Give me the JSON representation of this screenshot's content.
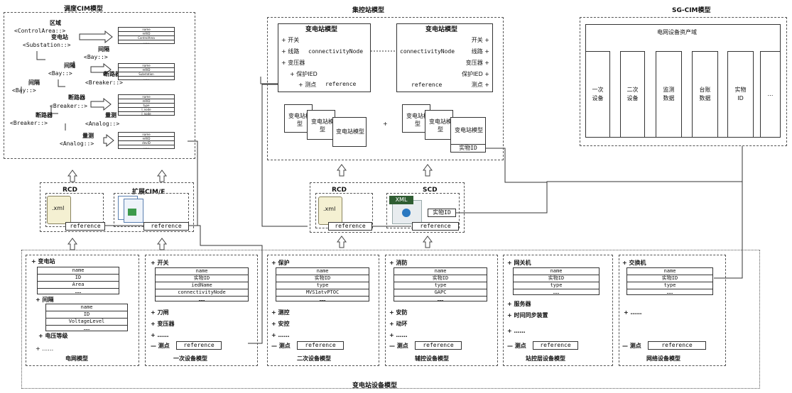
{
  "dispatch": {
    "title": "调度CIM模型",
    "tree": [
      {
        "label": "区域",
        "tag": "<ControlArea::>"
      },
      {
        "label": "变电站",
        "tag": "<Substation::>"
      },
      {
        "label": "间隔",
        "tag": "<Bay::>"
      },
      {
        "label": "间隔",
        "tag": "<Bay::>"
      },
      {
        "label": "断路器",
        "tag": "<Breaker::>"
      },
      {
        "label": "间隔",
        "tag": "<Bay::>"
      },
      {
        "label": "断路器",
        "tag": "<Breaker::>"
      },
      {
        "label": "量测",
        "tag": "<Analog::>"
      },
      {
        "label": "断路器",
        "tag": "<Breaker::>"
      },
      {
        "label": "量测",
        "tag": "<Analog::>"
      }
    ],
    "mini_tables": [
      [
        "name",
        "mRID",
        "ControlArea",
        "……"
      ],
      [
        "name",
        "mRID",
        "Substation",
        "……"
      ],
      [
        "name",
        "mRID",
        "type",
        "I_node",
        "J_node"
      ],
      [
        "name",
        "mRID",
        "devID",
        "……"
      ]
    ]
  },
  "rcd_left": {
    "title": "RCD",
    "file": ".xml",
    "ref": "reference"
  },
  "ext_cim": {
    "title": "扩展CIM/E",
    "ref": "reference"
  },
  "center": {
    "title": "集控站模型",
    "left_box": {
      "title": "变电站模型",
      "items": [
        "+ 开关",
        "+ 线路",
        "+ 变压器",
        "+ 保护IED",
        "+ 测点"
      ],
      "connectivity": "connectivityNode",
      "ref": "reference"
    },
    "right_box": {
      "title": "变电站模型",
      "items": [
        "开关 +",
        "线路 +",
        "变压器 +",
        "保护IED +",
        "测点 +"
      ],
      "connectivity": "connectivityNode",
      "ref": "reference"
    },
    "page_label_back": "变电站模型",
    "page_label_front": "变电站模型",
    "plus": "+",
    "entity_id": "实物ID"
  },
  "rcd_center": {
    "title": "RCD",
    "file": ".xml",
    "ref": "reference"
  },
  "scd": {
    "title": "SCD",
    "xml": "XML",
    "entity_id": "实物ID",
    "ref": "reference"
  },
  "sgcim": {
    "title": "SG-CIM模型",
    "domain": "电网设备资产域",
    "columns": [
      "一次\n设备",
      "二次\n设备",
      "监测\n数据",
      "台账\n数据",
      "实物\nID",
      "…"
    ]
  },
  "bottom": {
    "title": "变电站设备模型",
    "grid": {
      "caption": "电网模型",
      "substation": "变电站",
      "sub_fields": [
        "name",
        "ID",
        "Area",
        "……"
      ],
      "bay": "间隔",
      "bay_fields": [
        "name",
        "ID",
        "VoltageLevel",
        "……"
      ],
      "voltage": "电压等级",
      "more": "……"
    },
    "primary": {
      "caption": "一次设备模型",
      "switch": "开关",
      "fields": [
        "name",
        "实物ID",
        "iedName",
        "connectivityNode",
        "……"
      ],
      "items": [
        "刀闸",
        "变压器",
        "……"
      ],
      "point": "测点",
      "ref": "reference"
    },
    "secondary": {
      "caption": "二次设备模型",
      "protect": "保护",
      "fields": [
        "name",
        "实物ID",
        "type",
        "MVS1atvPTOC",
        "……"
      ],
      "items": [
        "测控",
        "安控",
        "……"
      ],
      "point": "测点",
      "ref": "reference"
    },
    "aux": {
      "caption": "辅控设备模型",
      "fire": "消防",
      "fields": [
        "name",
        "实物ID",
        "type",
        "GAPC",
        "……"
      ],
      "items": [
        "安防",
        "动环",
        "……"
      ],
      "point": "测点",
      "ref": "reference"
    },
    "station": {
      "caption": "站控层设备模型",
      "gateway": "网关机",
      "fields": [
        "name",
        "实物ID",
        "type",
        "……"
      ],
      "items": [
        "服务器",
        "时间同步装置",
        "……"
      ],
      "point": "测点",
      "ref": "reference"
    },
    "network": {
      "caption": "网络设备模型",
      "switch": "交换机",
      "fields": [
        "name",
        "实物ID",
        "type",
        "……"
      ],
      "items": [
        "……"
      ],
      "point": "测点",
      "ref": "reference"
    }
  }
}
